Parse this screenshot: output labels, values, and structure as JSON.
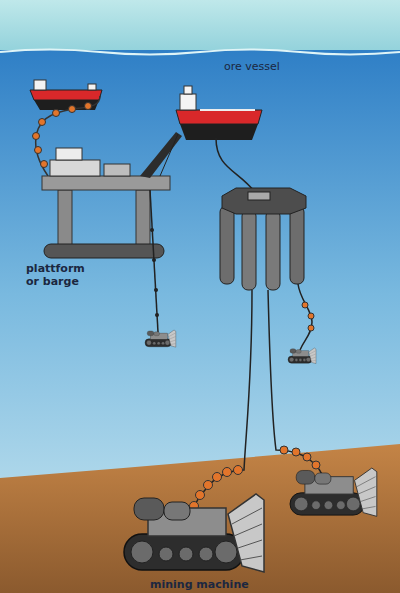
{
  "diagram": {
    "labels": [
      "ore vessel",
      "plattform or barge",
      "mining machine"
    ]
  }
}
